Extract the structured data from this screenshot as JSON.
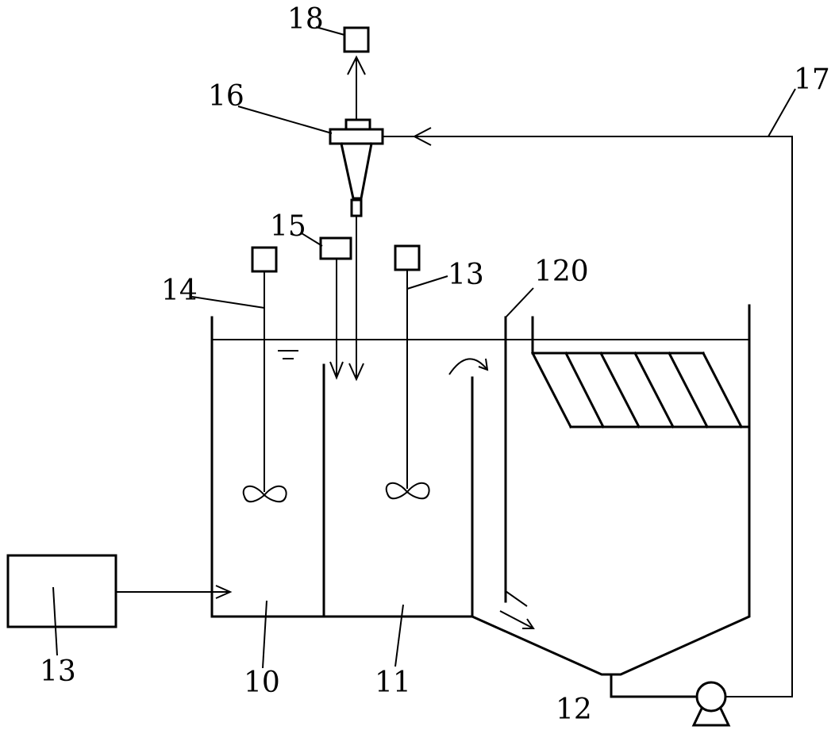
{
  "labels": {
    "tank_left": "10",
    "tank_middle": "11",
    "settling_tank": "12",
    "dosing_box": "13",
    "mixer_right": "13",
    "mixer_left": "14",
    "dosing_unit": "15",
    "cyclone": "16",
    "return_pipe": "17",
    "outlet_box": "18",
    "baffle": "120"
  }
}
